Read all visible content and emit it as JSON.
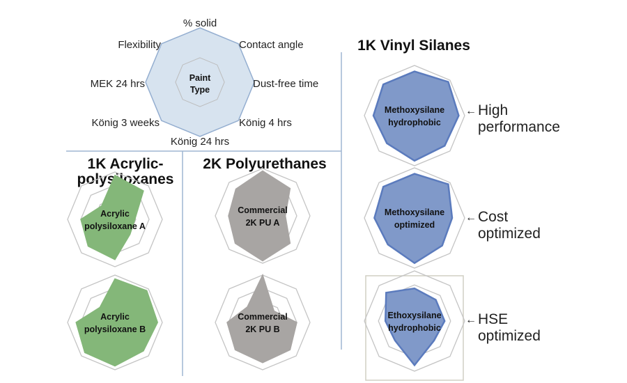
{
  "axes": [
    "% solid",
    "Contact angle",
    "Dust-free time",
    "König 4 hrs",
    "König 24 hrs",
    "König 3 weeks",
    "MEK 24 hrs",
    "Flexibility"
  ],
  "legend_chart": {
    "title": "Paint\nType"
  },
  "sections": {
    "acrylic": "1K Acrylic-\npolysiloxanes",
    "pu": "2K Polyurethanes",
    "vinyl": "1K Vinyl Silanes"
  },
  "colors": {
    "green": "#84b779",
    "gray": "#a8a5a3",
    "blue": "#8099c9",
    "blue_edge": "#5b7bbd",
    "ring": "#c4c4c4",
    "legend_fill": "#d7e3ef",
    "legend_edge": "#94aed0",
    "divider": "#9fb6d2"
  },
  "chart_data": [
    {
      "type": "radar",
      "label": "Acrylic\npolysiloxane A",
      "color": "green",
      "axes_ref": "axes",
      "values": [
        0.93,
        0.85,
        0.42,
        0.45,
        0.85,
        0.8,
        0.72,
        0.4
      ]
    },
    {
      "type": "radar",
      "label": "Acrylic\npolysiloxane B",
      "color": "green",
      "axes_ref": "axes",
      "values": [
        0.92,
        0.95,
        0.9,
        0.85,
        0.92,
        0.9,
        0.82,
        0.45
      ]
    },
    {
      "type": "radar",
      "label": "Commercial\n2K PU A",
      "color": "gray",
      "axes_ref": "axes",
      "values": [
        0.95,
        0.82,
        0.48,
        0.82,
        0.95,
        0.82,
        0.72,
        0.8
      ]
    },
    {
      "type": "radar",
      "label": "Commercial\n2K PU B",
      "color": "gray",
      "axes_ref": "axes",
      "values": [
        1.0,
        0.34,
        0.72,
        0.82,
        0.85,
        0.82,
        0.75,
        0.46
      ]
    },
    {
      "type": "radar",
      "label": "Methoxysilane\nhydrophobic",
      "color": "blue",
      "axes_ref": "axes",
      "values": [
        0.88,
        0.95,
        0.88,
        0.85,
        0.9,
        0.78,
        0.82,
        0.88
      ],
      "note": "High\nperformance"
    },
    {
      "type": "radar",
      "label": "Methoxysilane\noptimized",
      "color": "blue",
      "axes_ref": "axes",
      "values": [
        0.88,
        0.95,
        0.75,
        0.78,
        0.9,
        0.75,
        0.8,
        0.88
      ],
      "note": "Cost\noptimized"
    },
    {
      "type": "radar",
      "label": "Ethoxysilane\nhydrophobic",
      "color": "blue",
      "axes_ref": "axes",
      "values": [
        0.65,
        0.6,
        0.6,
        0.55,
        0.88,
        0.55,
        0.58,
        0.8
      ],
      "note": "HSE\noptimized",
      "boxed": true
    }
  ]
}
